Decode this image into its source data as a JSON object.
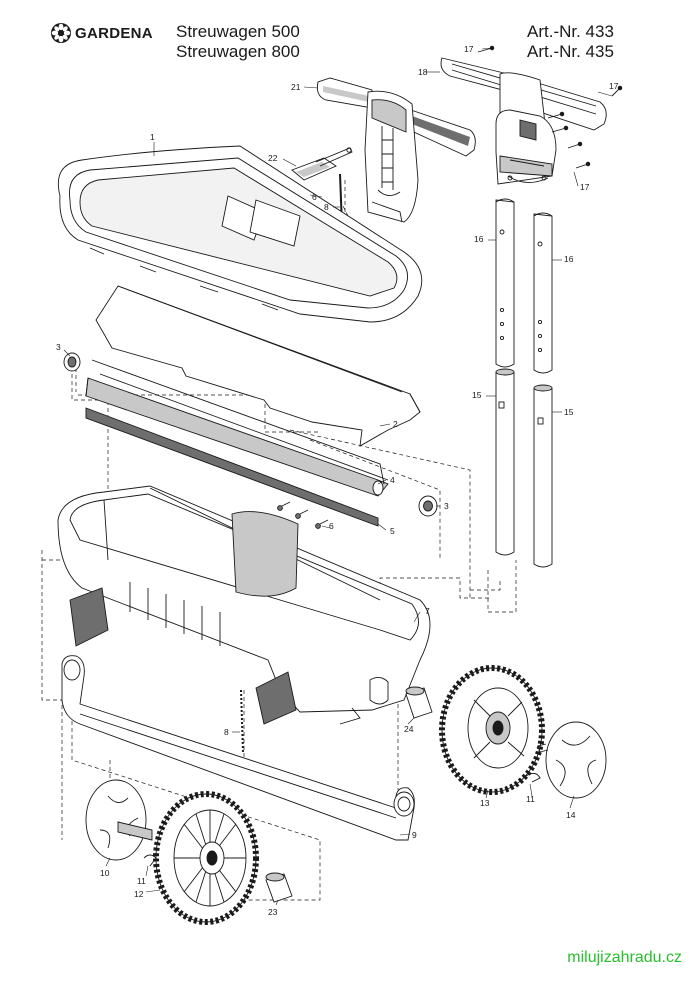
{
  "header": {
    "brand": "GARDENA",
    "model_1": "Streuwagen 500",
    "model_2": "Streuwagen 800",
    "art_1": "Art.-Nr. 433",
    "art_2": "Art.-Nr. 435"
  },
  "part_labels": {
    "p1": "1",
    "p2": "2",
    "p3a": "3",
    "p3b": "3",
    "p4": "4",
    "p5": "5",
    "p6a": "6",
    "p6b": "6",
    "p7": "7",
    "p8a": "8",
    "p8b": "8",
    "p9": "9",
    "p10": "10",
    "p11a": "11",
    "p11b": "11",
    "p12": "12",
    "p13": "13",
    "p14": "14",
    "p15a": "15",
    "p15b": "15",
    "p16a": "16",
    "p16b": "16",
    "p17a": "17",
    "p17b": "17",
    "p17c": "17",
    "p18": "18",
    "p21": "21",
    "p22": "22",
    "p23": "23",
    "p24": "24"
  },
  "watermark": "milujizahradu.cz",
  "colors": {
    "line": "#1a1a1a",
    "part_fill": "#ffffff",
    "shade": "#c8c8c8",
    "dark": "#6e6e6e",
    "watermark": "#29c02d"
  },
  "icons": {
    "brand_logo": "gear-flower-icon"
  }
}
